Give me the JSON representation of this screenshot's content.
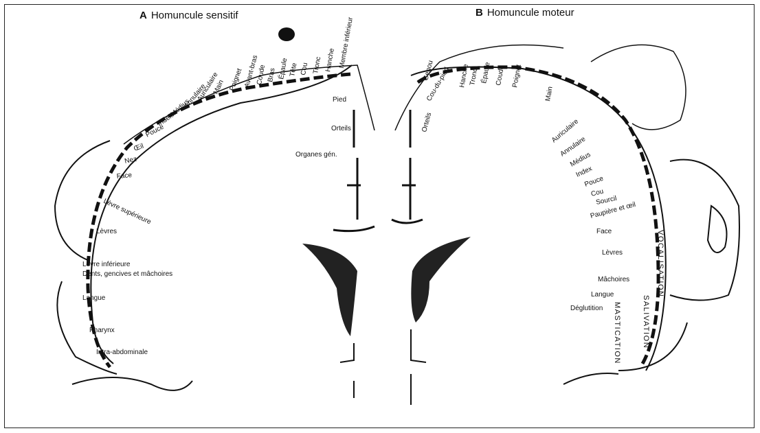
{
  "title_a": {
    "letter": "A",
    "text": "Homuncule sensitif"
  },
  "title_b": {
    "letter": "B",
    "text": "Homuncule moteur"
  },
  "sensory_labels": [
    "Membre inférieur",
    "Hanche",
    "Tronc",
    "Cou",
    "Tête",
    "Épaule",
    "Bras",
    "Coude",
    "Avant-bras",
    "Poignet",
    "Main",
    "Auriculaire",
    "Annulaire",
    "Médius",
    "Index",
    "Pouce",
    "Œil",
    "Nez",
    "Face",
    "Lèvre supérieure",
    "Lèvres",
    "Lèvre inférieure",
    "Dents, gencives et mâchoires",
    "Langue",
    "Pharynx",
    "Intra-abdominale",
    "Pied",
    "Orteils",
    "Organes gén."
  ],
  "motor_labels": [
    "Genou",
    "Cou-du-pied",
    "Orteils",
    "Hanche",
    "Tronc",
    "Épaule",
    "Coude",
    "Poignet",
    "Main",
    "Auriculaire",
    "Annulaire",
    "Médius",
    "Index",
    "Pouce",
    "Cou",
    "Sourcil",
    "Paupière et œil",
    "Face",
    "Lèvres",
    "Mâchoires",
    "Langue",
    "Déglutition"
  ],
  "motor_functions": [
    "VOCALISATION",
    "SALIVATION",
    "MASTICATION"
  ]
}
